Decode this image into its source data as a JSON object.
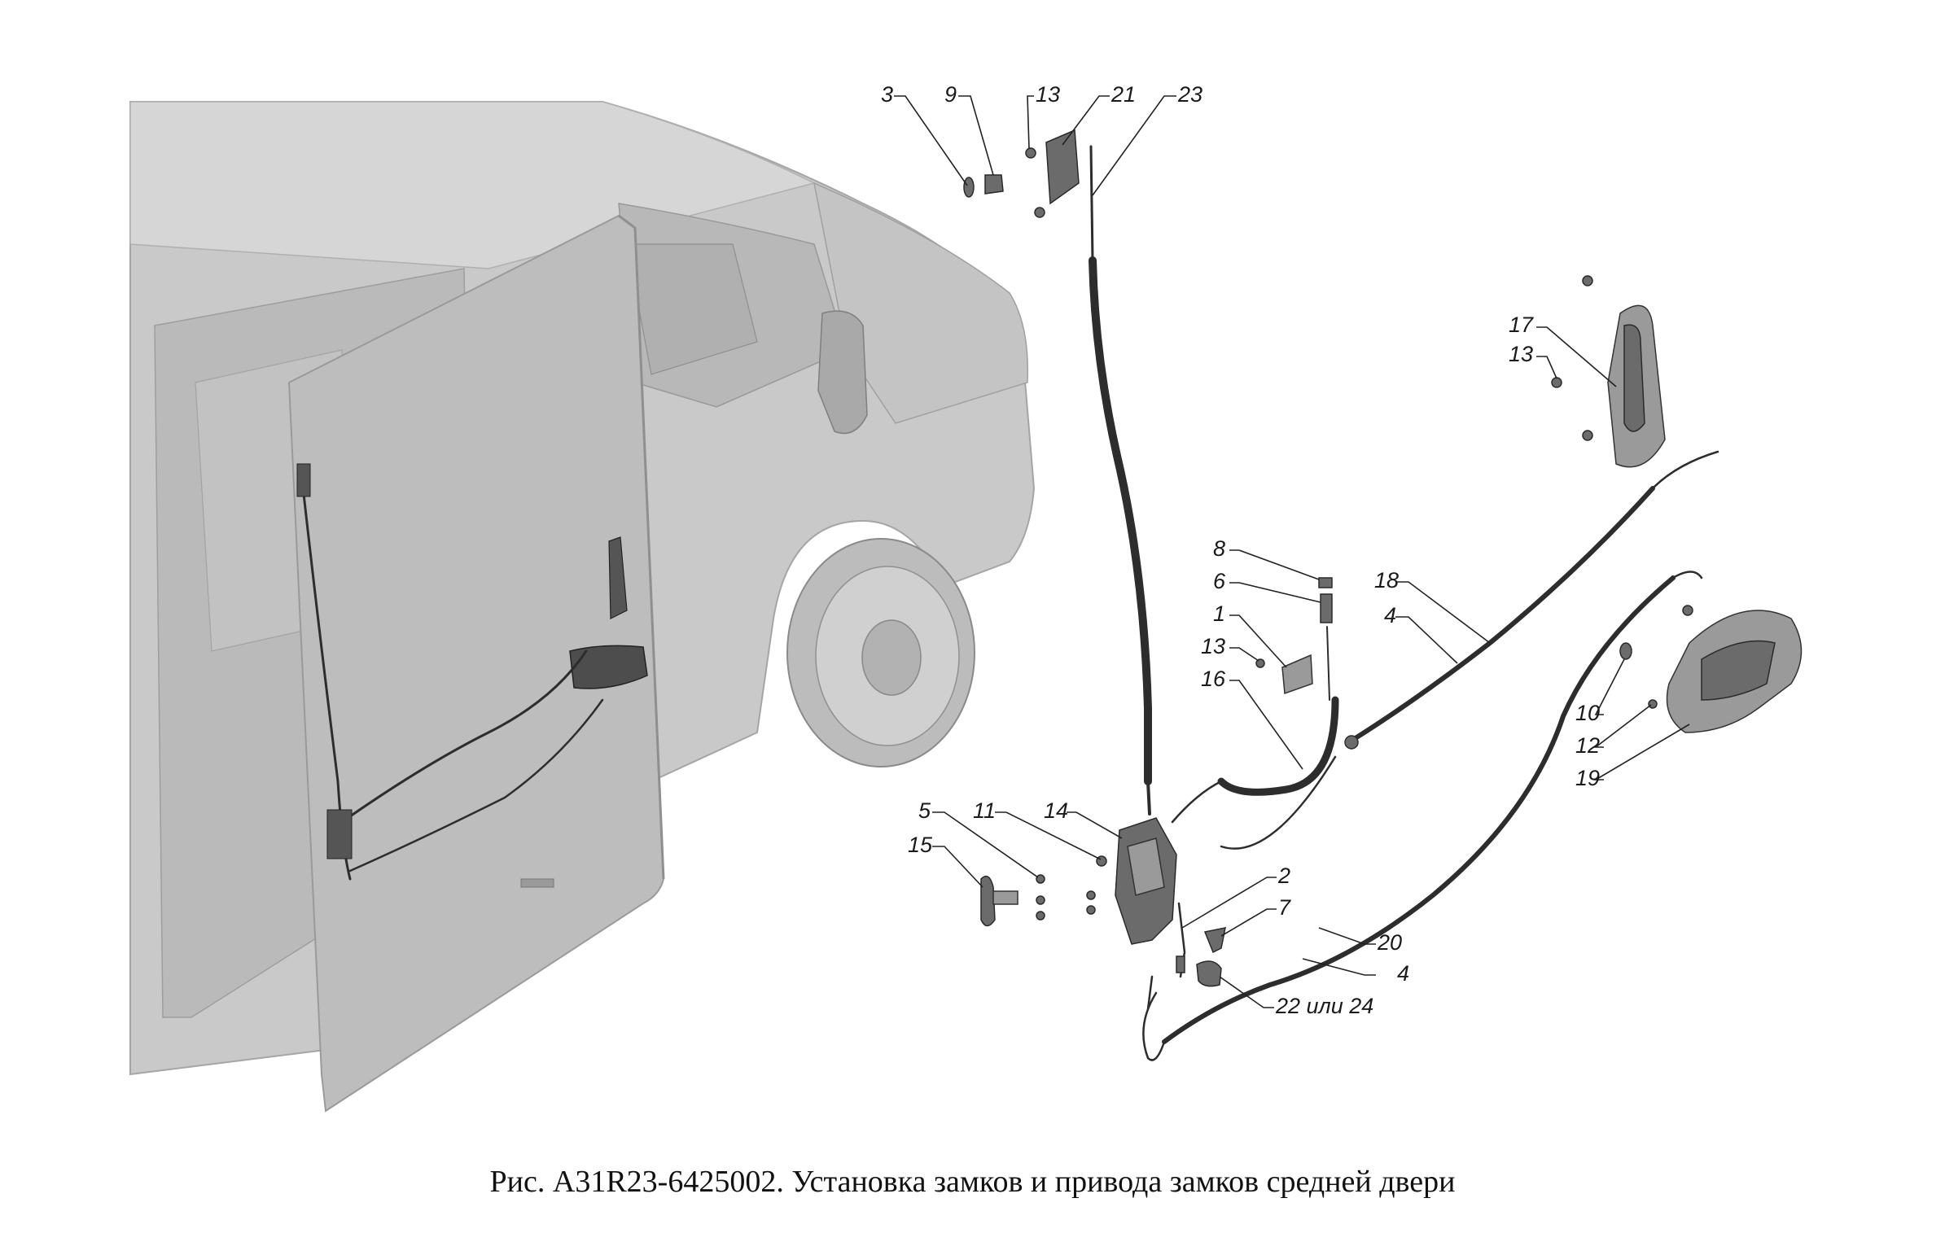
{
  "caption": "Рис. А31R23-6425002. Установка замков и привода замков средней двери",
  "callouts": {
    "c3": "3",
    "c9": "9",
    "c13a": "13",
    "c21": "21",
    "c23": "23",
    "c17": "17",
    "c13b": "13",
    "c8": "8",
    "c6": "6",
    "c1": "1",
    "c13c": "13",
    "c16": "16",
    "c18": "18",
    "c4a": "4",
    "c10": "10",
    "c12": "12",
    "c19": "19",
    "c5": "5",
    "c11": "11",
    "c14": "14",
    "c15": "15",
    "c2": "2",
    "c7": "7",
    "c20": "20",
    "c4b": "4",
    "c22": "22 или 24"
  },
  "colors": {
    "vehicle_fill": "#c9c9c9",
    "vehicle_shade": "#b3b3b3",
    "door_fill": "#bdbdbd",
    "cable": "#2d2d2d",
    "part_dark": "#5f5f5f"
  }
}
